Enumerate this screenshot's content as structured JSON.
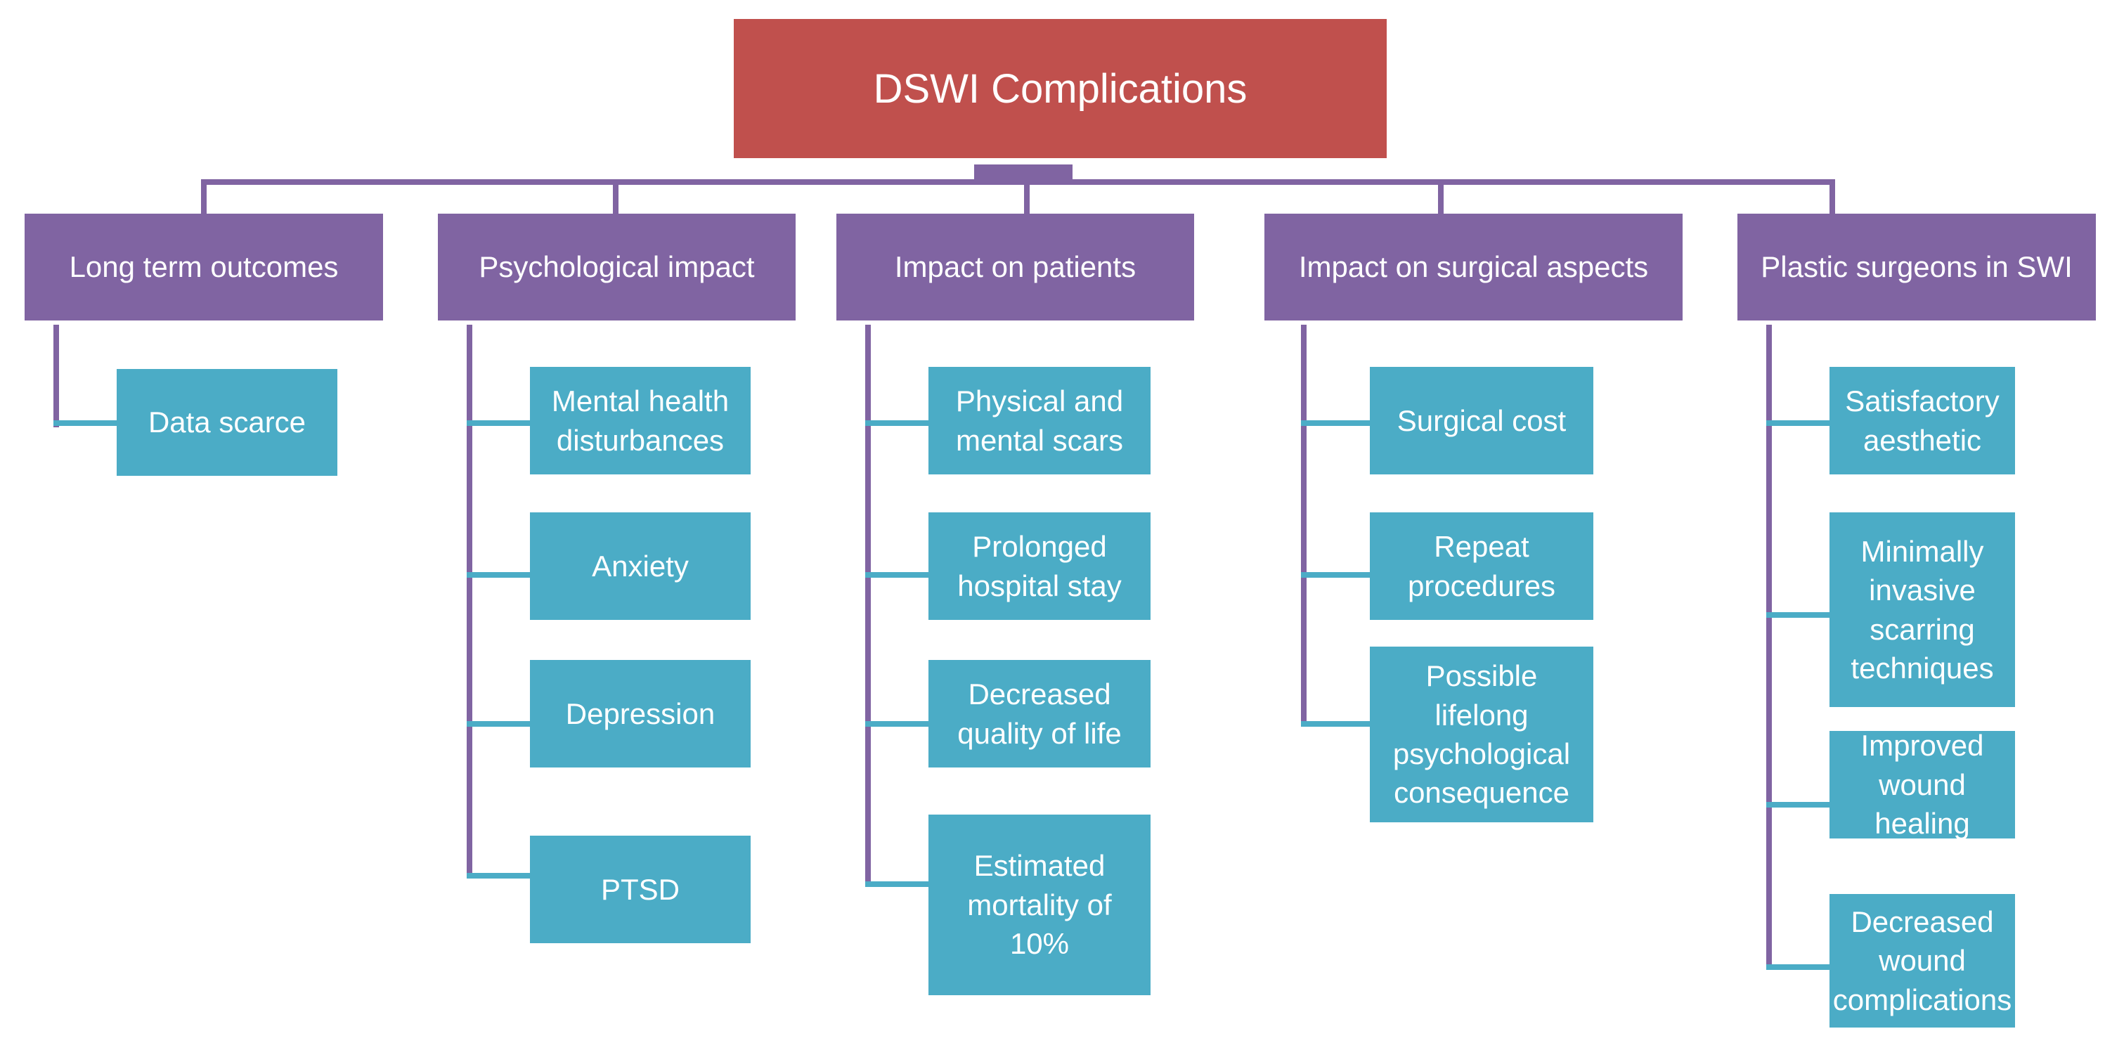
{
  "root": {
    "label": "DSWI Complications"
  },
  "colors": {
    "root": "#c0504d",
    "category": "#8064a2",
    "item": "#4bacc6",
    "background": "#ffffff"
  },
  "categories": [
    {
      "label": "Long term outcomes",
      "items": [
        "Data scarce"
      ]
    },
    {
      "label": "Psychological impact",
      "items": [
        "Mental health\ndisturbances",
        "Anxiety",
        "Depression",
        "PTSD"
      ]
    },
    {
      "label": "Impact on patients",
      "items": [
        "Physical and\nmental scars",
        "Prolonged\nhospital stay",
        "Decreased\nquality of life",
        "Estimated\nmortality of\n10%"
      ]
    },
    {
      "label": "Impact on surgical aspects",
      "items": [
        "Surgical cost",
        "Repeat\nprocedures",
        "Possible\nlifelong\npsychological\nconsequence"
      ]
    },
    {
      "label": "Plastic surgeons in SWI",
      "items": [
        "Satisfactory\naesthetic",
        "Minimally\ninvasive\nscarring\ntechniques",
        "Improved\nwound healing",
        "Decreased\nwound\ncomplications"
      ]
    }
  ]
}
